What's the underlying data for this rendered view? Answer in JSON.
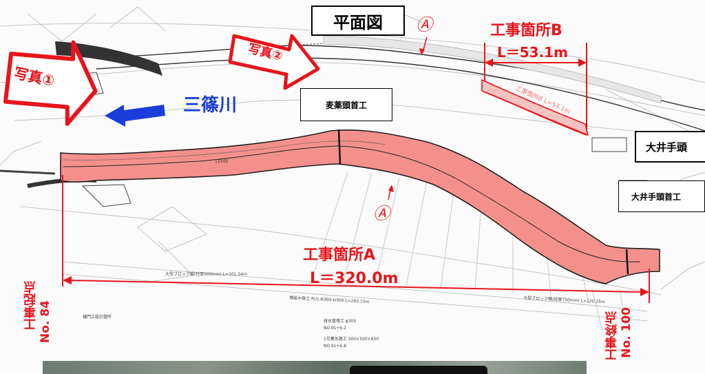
{
  "title": "平面図",
  "river_name": "三篠川",
  "photos": {
    "photo1": "写真①",
    "photo2": "写真②"
  },
  "section_marker": "Ⓐ",
  "facilities": {
    "mugi_weir": "麦薬頭首工",
    "ooi_partial": "大井手頭",
    "ooi_weir": "大井手頭首工"
  },
  "site_a": {
    "name": "工事箇所A",
    "length": "L＝320.0m"
  },
  "site_b": {
    "name": "工事箇所B",
    "length": "L＝53.1m",
    "inner_label": "工事箇所B L=53.1m"
  },
  "start_point": {
    "label": "工事起点",
    "station": "No. 84"
  },
  "end_point": {
    "label": "工事終点",
    "station": "No. 100"
  },
  "drawing_notes": {
    "block1": "大型ブロック積(控厚500mm) L=101.54m",
    "block2": "大型ブロック積(控厚750mm) L=120.25m",
    "drain": "増設水路工 PU1-B300-H300 L=283.15m",
    "gate": "樋門工設計箇所",
    "pipe": "排水管埋工 φ300",
    "pipe_no": "NO.91+6.2",
    "channel": "1号集水路工 500×500×650",
    "channel_no": "NO.91+6.8",
    "levee": "LEVEE"
  },
  "colors": {
    "accent_red": "#e8141b",
    "river_blue": "#1a3ddb",
    "fill_red": "#f4908c"
  }
}
